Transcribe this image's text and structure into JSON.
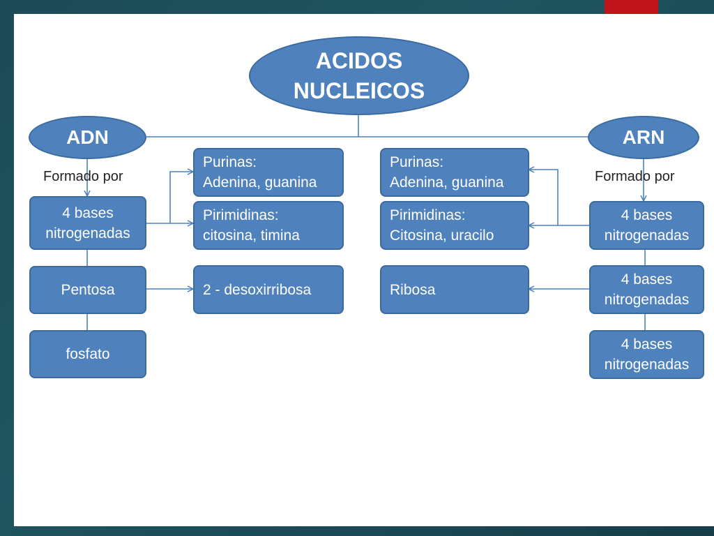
{
  "title": {
    "line1": "ACIDOS",
    "line2": "NUCLEICOS"
  },
  "adn": {
    "label": "ADN",
    "formed_by": "Formado por",
    "bases": {
      "line1": "4 bases",
      "line2": "nitrogenadas"
    },
    "pentosa": "Pentosa",
    "fosfato": "fosfato",
    "purinas": {
      "line1": "Purinas:",
      "line2": "Adenina, guanina"
    },
    "pirimidinas": {
      "line1": "Pirimidinas:",
      "line2": "citosina, timina"
    },
    "azucar": "2 - desoxirribosa"
  },
  "arn": {
    "label": "ARN",
    "formed_by": "Formado por",
    "bases": {
      "line1": "4 bases",
      "line2": "nitrogenadas"
    },
    "bases2": {
      "line1": "4 bases",
      "line2": "nitrogenadas"
    },
    "bases3": {
      "line1": "4 bases",
      "line2": "nitrogenadas"
    },
    "purinas": {
      "line1": "Purinas:",
      "line2": "Adenina, guanina"
    },
    "pirimidinas": {
      "line1": "Pirimidinas:",
      "line2": "Citosina, uracilo"
    },
    "azucar": "Ribosa"
  },
  "colors": {
    "node_fill": "#4f81bd",
    "node_border": "#3a6a9e",
    "connector": "#4f81bd",
    "accent": "#c0141a"
  }
}
